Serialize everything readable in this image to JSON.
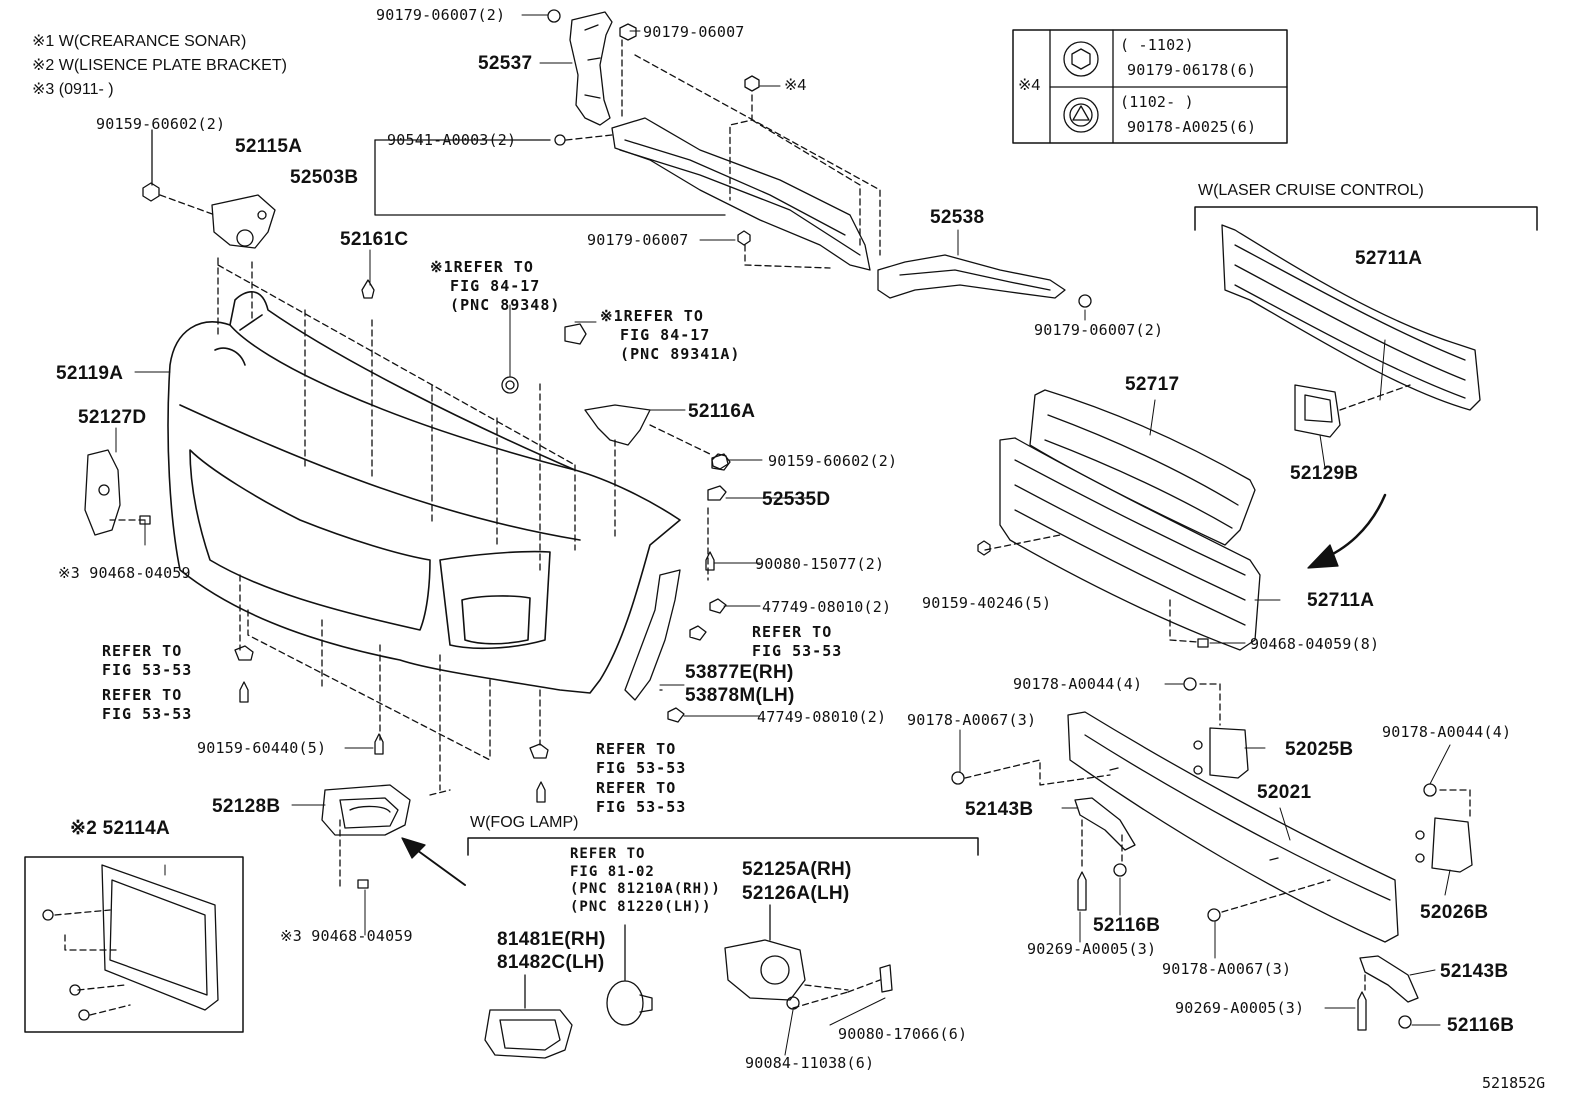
{
  "notes": {
    "n1": "※1 W(CREARANCE SONAR)",
    "n2": "※2 W(LISENCE PLATE BRACKET)",
    "n3": "※3 (0911-       )"
  },
  "legend_box": {
    "mark": "※4",
    "row1_range": "(      -1102)",
    "row1_part": "90179-06178(6)",
    "row2_range": "(1102-      )",
    "row2_part": "90178-A0025(6)"
  },
  "sections": {
    "laser": "W(LASER CRUISE CONTROL)",
    "fog": "W(FOG LAMP)"
  },
  "parts": {
    "p_90179_06007_2_top": "90179-06007(2)",
    "p_90179_06007_a": "90179-06007",
    "p_52537": "52537",
    "p_mark4": "※4",
    "p_90159_60602_2": "90159-60602(2)",
    "p_52115A": "52115A",
    "p_90541": "90541-A0003(2)",
    "p_52503B": "52503B",
    "p_90179_06007_b": "90179-06007",
    "p_52161C": "52161C",
    "p_52538": "52538",
    "p_90179_06007_2_right": "90179-06007(2)",
    "p_52119A": "52119A",
    "p_52127D": "52127D",
    "p_90468_3a": "※3 90468-04059",
    "p_52116A": "52116A",
    "p_90159_60602_2b": "90159-60602(2)",
    "p_52535D": "52535D",
    "p_90080_15077": "90080-15077(2)",
    "p_47749_a": "47749-08010(2)",
    "p_53877E": "53877E(RH)",
    "p_53878M": "53878M(LH)",
    "p_47749_b": "47749-08010(2)",
    "p_90159_60440": "90159-60440(5)",
    "p_52128B": "52128B",
    "p_52114A": "※2 52114A",
    "p_90468_3b": "※3 90468-04059",
    "p_81481E": "81481E(RH)",
    "p_81482C": "81482C(LH)",
    "p_52125A": "52125A(RH)",
    "p_52126A": "52126A(LH)",
    "p_90080_17066": "90080-17066(6)",
    "p_90084_11038": "90084-11038(6)",
    "p_52711A_top": "52711A",
    "p_52129B": "52129B",
    "p_52717": "52717",
    "p_90159_40246": "90159-40246(5)",
    "p_52711A_bot": "52711A",
    "p_90468_8": "90468-04059(8)",
    "p_90178_A0044_a": "90178-A0044(4)",
    "p_90178_A0067_a": "90178-A0067(3)",
    "p_52025B": "52025B",
    "p_90178_A0044_b": "90178-A0044(4)",
    "p_52143B_a": "52143B",
    "p_52021": "52021",
    "p_52116B_a": "52116B",
    "p_52026B": "52026B",
    "p_90269_a": "90269-A0005(3)",
    "p_90178_A0067_b": "90178-A0067(3)",
    "p_52143B_b": "52143B",
    "p_90269_b": "90269-A0005(3)",
    "p_52116B_b": "52116B",
    "diagram_id": "521852G"
  },
  "refs": {
    "r_sonar1": "※1REFER TO\n  FIG 84-17\n  (PNC 89348)",
    "r_sonar2": "※1REFER TO\n  FIG 84-17\n  (PNC 89341A)",
    "r_5353_a": "REFER TO\nFIG 53-53",
    "r_5353_b": "REFER TO\nFIG 53-53",
    "r_5353_c": "REFER TO\nFIG 53-53",
    "r_5353_d": "REFER TO\nFIG 53-53",
    "r_5353_e": "REFER TO\nFIG 53-53",
    "r_8102": "REFER TO\nFIG 81-02\n(PNC 81210A(RH))\n(PNC 81220(LH))"
  }
}
